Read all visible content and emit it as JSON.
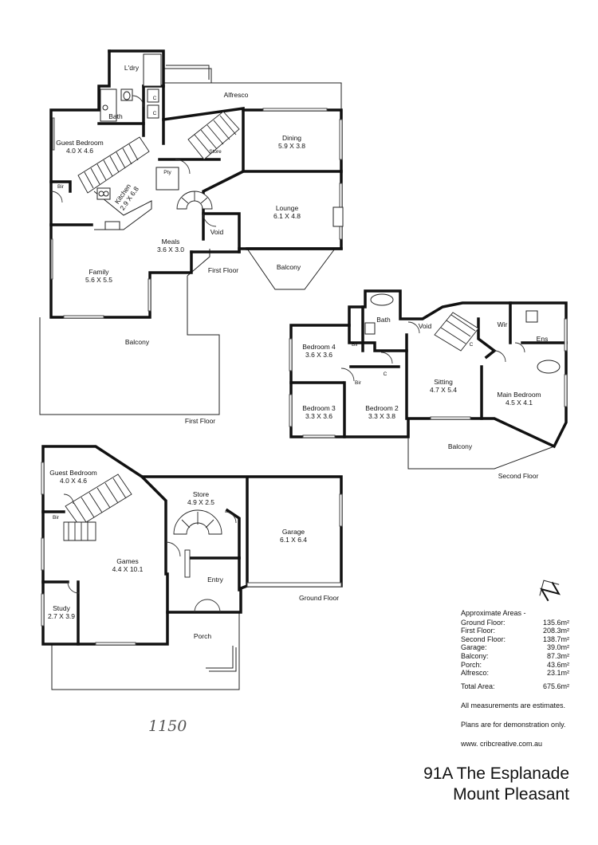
{
  "first_floor": {
    "rooms": {
      "laundry": "L'dry",
      "bath": "Bath",
      "alfresco": "Alfresco",
      "guest_bedroom": {
        "name": "Guest Bedroom",
        "size": "4.0 X 4.6"
      },
      "bir": "Bir",
      "kitchen": {
        "name": "Kitchen",
        "size": "2.9 X 6.8"
      },
      "pty": "Pty",
      "store": "Store",
      "dining": {
        "name": "Dining",
        "size": "5.9 X 3.8"
      },
      "lounge": {
        "name": "Lounge",
        "size": "6.1 X 4.8"
      },
      "meals": {
        "name": "Meals",
        "size": "3.6 X 3.0"
      },
      "void": "Void",
      "family": {
        "name": "Family",
        "size": "5.6 X 5.5"
      },
      "balcony_small": "Balcony",
      "balcony_large": "Balcony",
      "c1": "C",
      "c2": "C"
    },
    "floor_label_inner": "First Floor",
    "floor_label": "First Floor"
  },
  "second_floor": {
    "rooms": {
      "bath": "Bath",
      "void": "Void",
      "wir": "Wir",
      "ens": "Ens",
      "bedroom4": {
        "name": "Bedroom 4",
        "size": "3.6 X 3.6"
      },
      "bedroom3": {
        "name": "Bedroom 3",
        "size": "3.3 X 3.6"
      },
      "bedroom2": {
        "name": "Bedroom 2",
        "size": "3.3 X 3.8"
      },
      "sitting": {
        "name": "Sitting",
        "size": "4.7 X 5.4"
      },
      "main_bedroom": {
        "name": "Main Bedroom",
        "size": "4.5 X 4.1"
      },
      "balcony": "Balcony",
      "bir1": "Bir",
      "bir2": "Bir",
      "c1": "C",
      "c2": "C"
    },
    "floor_label": "Second Floor"
  },
  "ground_floor": {
    "rooms": {
      "guest_bedroom": {
        "name": "Guest Bedroom",
        "size": "4.0 X 4.6"
      },
      "bir": "Bir",
      "store": {
        "name": "Store",
        "size": "4.9 X 2.5"
      },
      "garage": {
        "name": "Garage",
        "size": "6.1 X 6.4"
      },
      "games": {
        "name": "Games",
        "size": "4.4 X 10.1"
      },
      "study": {
        "name": "Study",
        "size": "2.7 X 3.9"
      },
      "entry": "Entry",
      "porch": "Porch"
    },
    "floor_label": "Ground Floor"
  },
  "areas": {
    "title": "Approximate Areas -",
    "items": [
      {
        "label": "Ground Floor:",
        "value": "135.6m²"
      },
      {
        "label": "First Floor:",
        "value": "208.3m²"
      },
      {
        "label": "Second Floor:",
        "value": "138.7m²"
      },
      {
        "label": "Garage:",
        "value": "39.0m²"
      },
      {
        "label": "Balcony:",
        "value": "87.3m²"
      },
      {
        "label": "Porch:",
        "value": "43.6m²"
      },
      {
        "label": "Alfresco:",
        "value": "23.1m²"
      }
    ],
    "total_label": "Total Area:",
    "total_value": "675.6m²"
  },
  "notes": {
    "estimates": "All measurements are estimates.",
    "demo": "Plans are for demonstration only.",
    "website": "www. cribcreative.com.au"
  },
  "address": {
    "line1": "91A The Esplanade",
    "line2": "Mount Pleasant"
  },
  "handwritten": "1150",
  "north_icon": "north-arrow-icon"
}
